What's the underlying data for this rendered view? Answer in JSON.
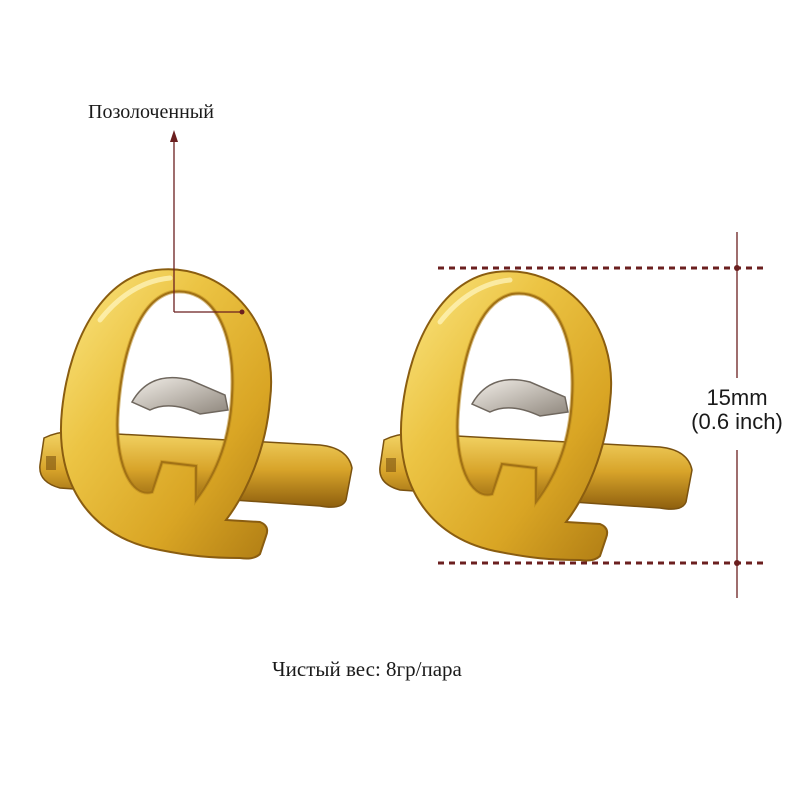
{
  "annotations": {
    "plating_label": "Позолоченный",
    "height_mm": "15mm",
    "height_inch": "(0.6 inch)",
    "net_weight": "Чистый вес: 8гр/пара"
  },
  "product": {
    "item": "cufflink",
    "count": 2,
    "letter": "Q",
    "finish_color": "#e2b42c"
  },
  "colors": {
    "background": "#ffffff",
    "guide_line": "#6b1f1f",
    "text": "#1a1a1a",
    "gold_light": "#f7dd6a",
    "gold_mid": "#e2b42c",
    "gold_dark": "#9a6a10",
    "silver": "#c9c2b8"
  }
}
